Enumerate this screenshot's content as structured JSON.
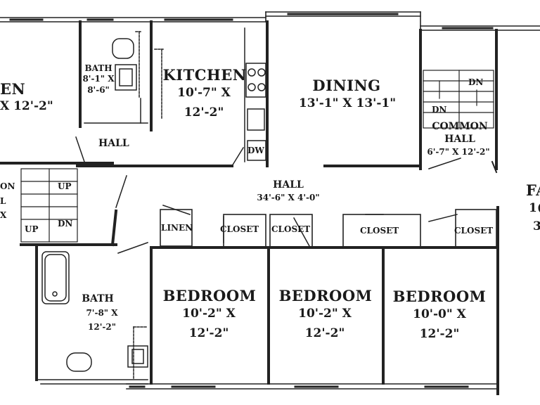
{
  "rooms": {
    "living_left": {
      "name": "EN",
      "dims": "X 12'-2\""
    },
    "bath_top": {
      "name": "BATH",
      "dims_line1": "8'-1\" X",
      "dims_line2": "8'-6\""
    },
    "kitchen": {
      "name": "KITCHEN",
      "dims_line1": "10'-7\" X",
      "dims_line2": "12'-2\""
    },
    "dining": {
      "name": "DINING",
      "dims": "13'-1\" X 13'-1\""
    },
    "common_hall": {
      "name_line1": "COMMON",
      "name_line2": "HALL",
      "dims": "6'-7\" X 12'-2\""
    },
    "hall_small": {
      "name": "HALL"
    },
    "hall_main": {
      "name": "HALL",
      "dims": "34'-6\" X 4'-0\""
    },
    "bath_bottom": {
      "name": "BATH",
      "dims_line1": "7'-8\" X",
      "dims_line2": "12'-2\""
    },
    "bedroom1": {
      "name": "BEDROOM",
      "dims_line1": "10'-2\" X",
      "dims_line2": "12'-2\""
    },
    "bedroom2": {
      "name": "BEDROOM",
      "dims_line1": "10'-2\" X",
      "dims_line2": "12'-2\""
    },
    "bedroom3": {
      "name": "BEDROOM",
      "dims_line1": "10'-0\" X",
      "dims_line2": "12'-2\""
    },
    "right_edge": {
      "name": "FA",
      "dims_line1": "1(",
      "dims_line2": "3"
    },
    "left_edge": {
      "line1": "ON",
      "line2": "L",
      "line3": "X"
    }
  },
  "closets": {
    "linen": "LINEN",
    "closet1": "CLOSET",
    "closet2": "CLOSET",
    "closet3": "CLOSET",
    "closet4": "CLOSET"
  },
  "fixtures": {
    "dishwasher": "DW"
  },
  "stairs": {
    "dn_top": "DN",
    "dn_bottom": "DN",
    "up_a": "UP",
    "up_b": "UP",
    "dn_left": "DN"
  }
}
